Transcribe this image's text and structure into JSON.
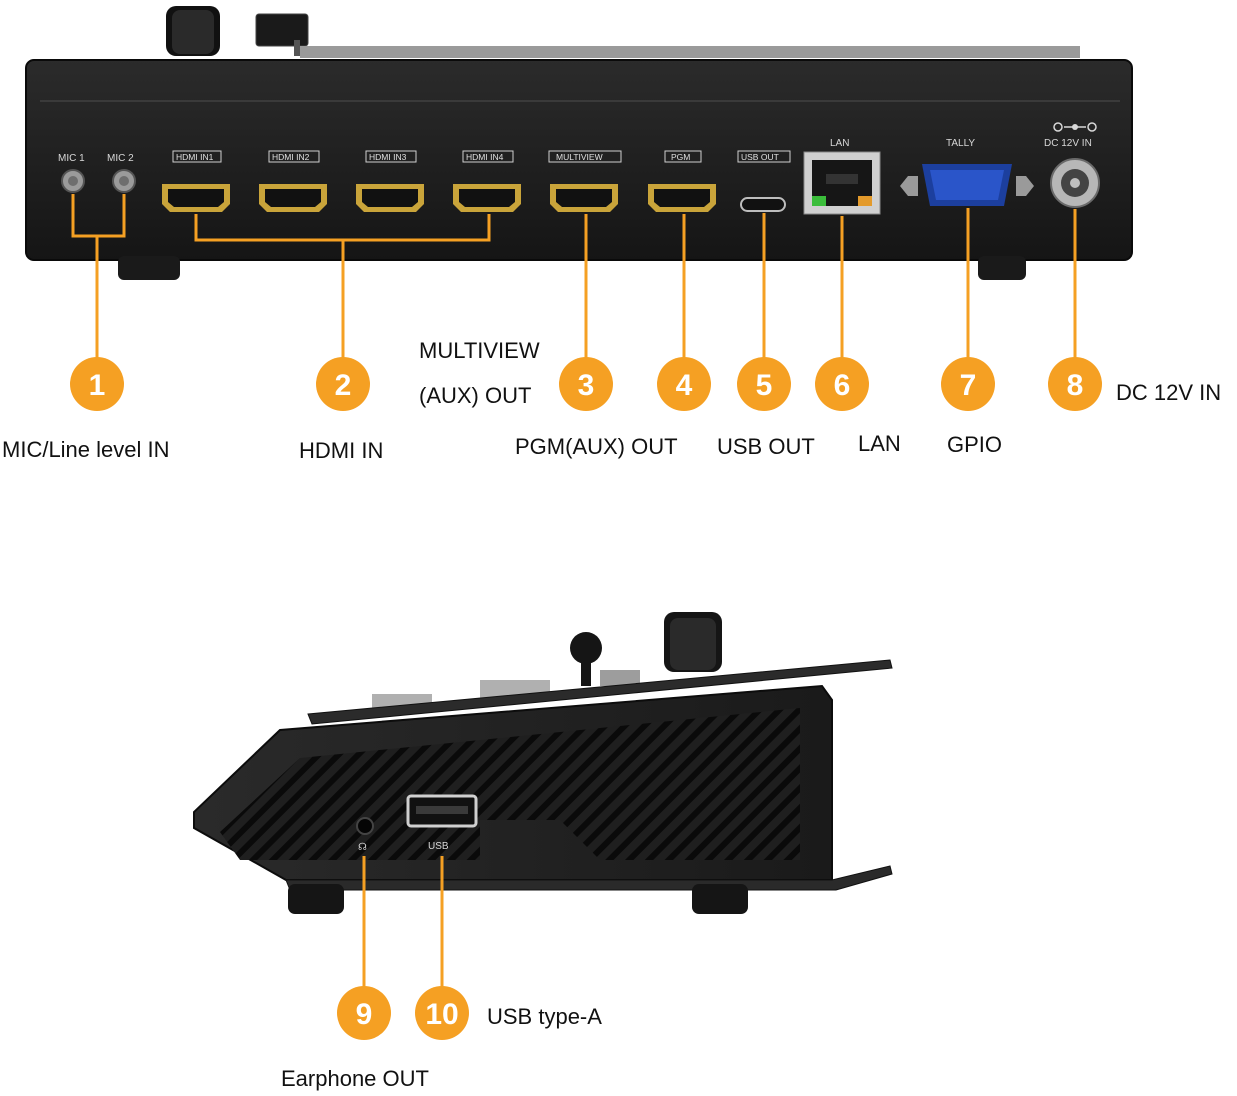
{
  "rear_panel": {
    "ports": {
      "mic1": "MIC 1",
      "mic2": "MIC 2",
      "hdmi_in1": "HDMI IN1",
      "hdmi_in2": "HDMI IN2",
      "hdmi_in3": "HDMI IN3",
      "hdmi_in4": "HDMI IN4",
      "multiview": "MULTIVIEW",
      "pgm": "PGM",
      "usb_out": "USB OUT",
      "lan": "LAN",
      "tally": "TALLY",
      "dc_in": "DC 12V IN"
    }
  },
  "side_panel": {
    "ports": {
      "usb": "USB",
      "headphone_symbol": "☊"
    }
  },
  "callouts": [
    {
      "num": "1",
      "label": "MIC/Line level IN"
    },
    {
      "num": "2",
      "label": "HDMI IN"
    },
    {
      "num": "3",
      "label_line1": "MULTIVIEW",
      "label_line2": "(AUX) OUT"
    },
    {
      "num": "4",
      "label": "PGM(AUX) OUT"
    },
    {
      "num": "5",
      "label": "USB OUT"
    },
    {
      "num": "6",
      "label": "LAN"
    },
    {
      "num": "7",
      "label": "GPIO"
    },
    {
      "num": "8",
      "label": "DC 12V IN"
    },
    {
      "num": "9",
      "label": "Earphone OUT"
    },
    {
      "num": "10",
      "label": "USB type-A"
    }
  ],
  "colors": {
    "callout_orange": "#f5a023",
    "device_body": "#1e1e1e",
    "hdmi_gold": "#c9a43a",
    "vga_blue": "#2a55c9"
  }
}
